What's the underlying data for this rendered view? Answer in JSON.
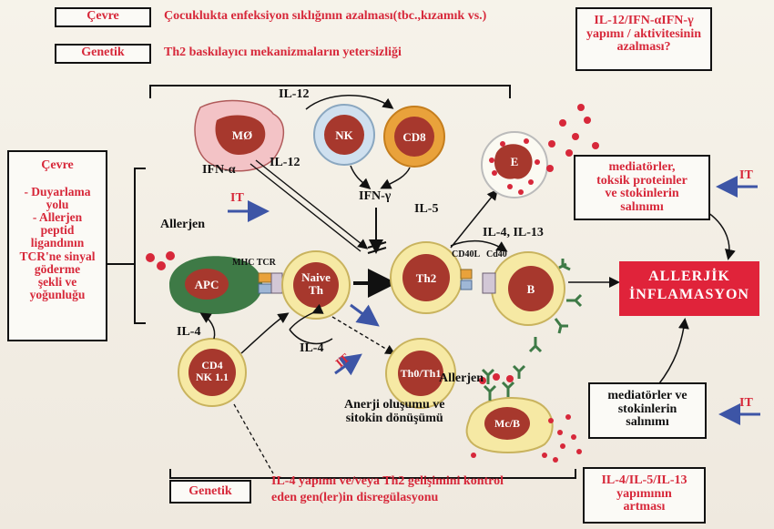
{
  "top": {
    "cevre_tag": "Çevre",
    "cevre_text": "Çocuklukta enfeksiyon sıklığının azalması(tbc.,kızamık vs.)",
    "genetik_tag": "Genetik",
    "genetik_text": "Th2 baskılayıcı mekanizmaların yetersizliği",
    "il12_box": [
      "IL-12/IFN-αIFN-γ",
      "yapımı / aktivitesinin",
      "azalması?"
    ]
  },
  "left": {
    "cevre_tag": "Çevre",
    "items": [
      "- Duyarlama",
      "yolu",
      "- Allerjen",
      "peptid",
      "ligandının",
      "TCR'ne sinyal",
      "göderme",
      "şekli ve",
      "yoğunluğu"
    ]
  },
  "cells": {
    "macrophage": "MØ",
    "nk": "NK",
    "cd8": "CD8",
    "apc": "APC",
    "naive_th": [
      "Naive",
      "Th"
    ],
    "th2": "Th2",
    "b": "B",
    "eosinophil": "E",
    "cd4_nk": [
      "CD4",
      "NK 1.1"
    ],
    "th0_th1": "Th0/Th1",
    "mast": "Mc/B"
  },
  "labels": {
    "il12_top": "IL-12",
    "il12_mid": "IL-12",
    "ifn_alpha": "IFN-α",
    "ifn_gamma": "IFN-γ",
    "il5": "IL-5",
    "il4_il13": "IL-4, IL-13",
    "cd40l": "CD40L",
    "cd40": "Cd40",
    "mhc_tcr": "MHC TCR",
    "allerjen_left": "Allerjen",
    "allerjen_bottom": "Allerjen",
    "il4_left": "IL-4",
    "il4_mid": "IL-4",
    "anerji": [
      "Anerji oluşumu ve",
      "sitokin dönüşümü"
    ],
    "it_1": "IT",
    "it_2": "IT",
    "it_3": "IT",
    "it_4": "IT"
  },
  "right": {
    "mediator_box_1": [
      "mediatörler,",
      "toksik proteinler",
      "ve stokinlerin",
      "salınımı"
    ],
    "allergic": [
      "ALLERJİK",
      "İNFLAMASYON"
    ],
    "mediator_box_2": [
      "mediatörler ve",
      "stokinlerin",
      "salınımı"
    ]
  },
  "bottom": {
    "genetik_tag": "Genetik",
    "genetik_text": [
      "IL-4 yapımı ve/veya Th2 gelişimini kontrol",
      "eden gen(ler)in disregülasyonu"
    ],
    "il4_box": [
      "IL-4/IL-5/IL-13",
      "yapımının",
      "artması"
    ]
  },
  "colors": {
    "red": "#d7283a",
    "yellow": "#f6e9a4",
    "dark_red": "#a7382d",
    "green": "#3e7a46",
    "blue_arrow": "#3d55a6",
    "pink_bg": "#f3c3c6",
    "orange": "#e9a23b"
  }
}
